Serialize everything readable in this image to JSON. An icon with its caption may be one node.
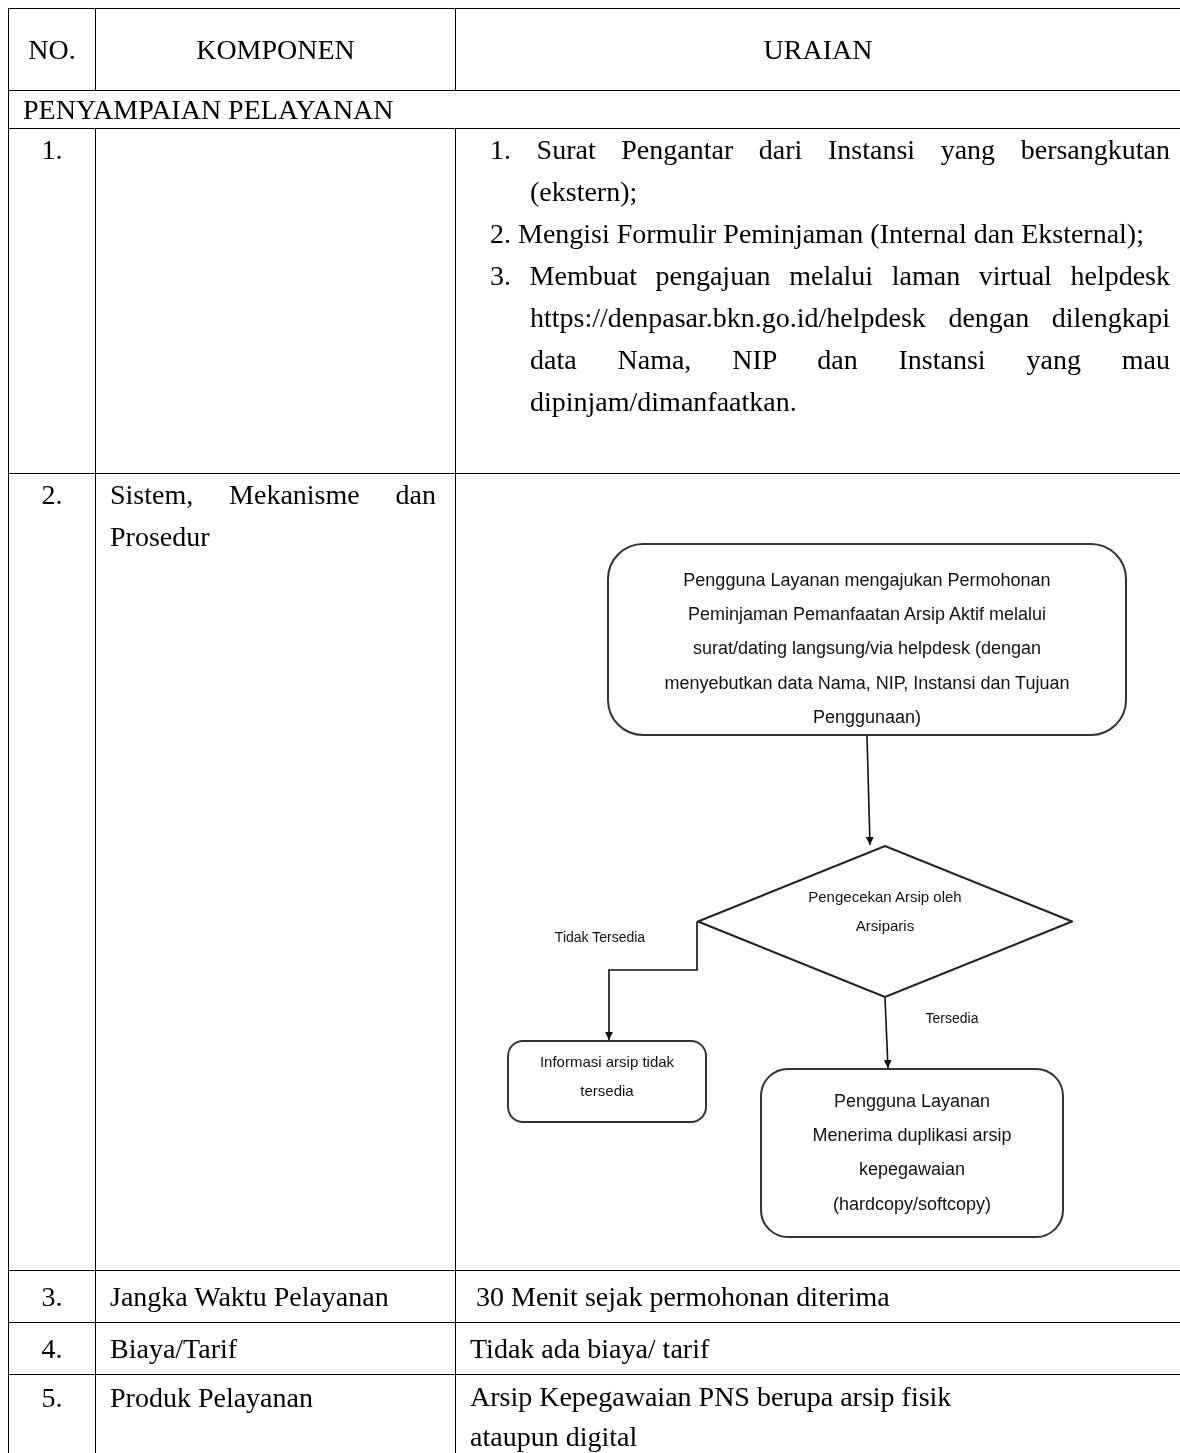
{
  "diagram": {
    "nodes": [
      {
        "text": [
          "Pengguna Layanan mengajukan Permohonan Peminjaman Pemanfaatan Arsip Aktif melalui surat/dating langsung/via helpdesk (dengan menyebutkan data Nama, NIP, Instansi dan Tujuan Penggunaan)"
        ]
      },
      {
        "text": [
          "Pengecekan Arsip oleh Arsiparis"
        ]
      },
      {
        "text": [
          "Informasi arsip tidak tersedia"
        ]
      },
      {
        "text": [
          "Pengguna Layanan Menerima duplikasi arsip kepegawaian (hardcopy/softcopy)"
        ]
      }
    ],
    "edges": [
      {
        "from": 0,
        "to": 1,
        "arrow": "to"
      },
      {
        "from": 1,
        "to": 2,
        "arrow": "to",
        "label": "Tidak Tersedia"
      },
      {
        "from": 1,
        "to": 3,
        "arrow": "to",
        "label": "Tersedia"
      }
    ],
    "labels": [
      "NO.",
      "KOMPONEN",
      "URAIAN",
      "PENYAMPAIAN PELAYANAN",
      "1.",
      "1. Surat Pengantar dari Instansi yang bersangkutan (ekstern);",
      "2. Mengisi Formulir Peminjaman (Internal dan Eksternal);",
      "3. Membuat pengajuan melalui laman virtual helpdesk https://denpasar.bkn.go.id/helpdesk dengan dilengkapi data Nama, NIP dan Instansi yang mau dipinjam/dimanfaatkan.",
      "2.",
      "Sistem, Mekanisme dan Prosedur",
      "3.",
      "Jangka Waktu Pelayanan",
      "30 Menit sejak permohonan diterima",
      "4.",
      "Biaya/Tarif",
      "Tidak ada biaya/ tarif",
      "5.",
      "Produk Pelayanan",
      "Arsip Kepegawaian PNS berupa arsip fisik ataupun digital"
    ]
  }
}
